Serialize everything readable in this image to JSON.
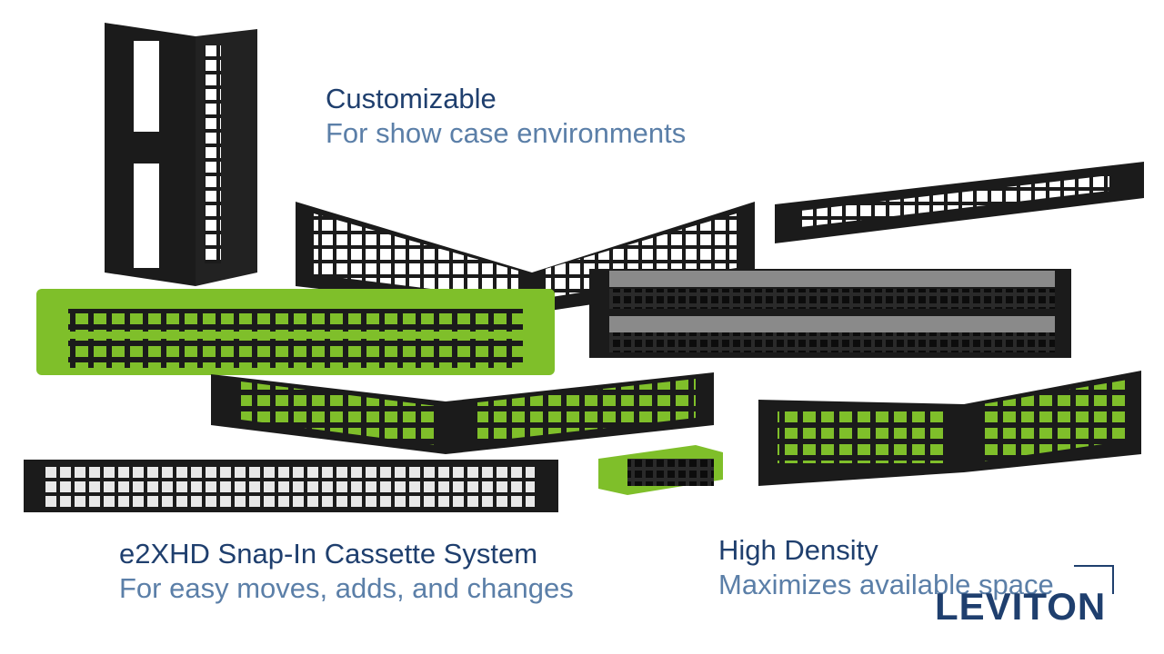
{
  "captions": {
    "customizable": {
      "title": "Customizable",
      "subtitle": "For show case environments"
    },
    "e2xhd": {
      "title": "e2XHD Snap-In Cassette System",
      "subtitle": "For easy moves, adds, and changes"
    },
    "high_density": {
      "title": "High Density",
      "subtitle": "Maximizes available space"
    }
  },
  "brand": {
    "logo_text": "LEVITON"
  },
  "colors": {
    "heading": "#1f3f6e",
    "subheading": "#5b7fa8",
    "panel_black": "#1b1b1b",
    "panel_green": "#7fbf2a",
    "port_light": "#e8e8e8"
  },
  "products": [
    {
      "icon": "vertical-patch-panel-icon"
    },
    {
      "icon": "angled-blank-patch-panel-icon"
    },
    {
      "icon": "blank-patch-panel-icon"
    },
    {
      "icon": "green-patch-panel-icon"
    },
    {
      "icon": "black-patch-panel-icon"
    },
    {
      "icon": "green-angled-patch-panel-icon"
    },
    {
      "icon": "cassette-module-icon"
    },
    {
      "icon": "white-port-patch-panel-icon"
    },
    {
      "icon": "green-high-density-panel-icon"
    }
  ]
}
